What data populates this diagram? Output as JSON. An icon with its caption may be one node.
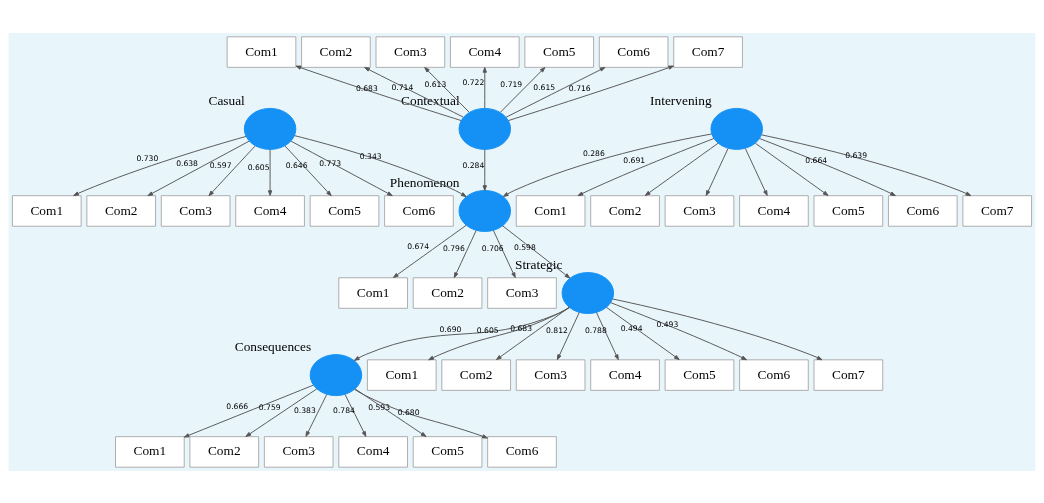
{
  "diagram": {
    "nodes": [
      {
        "text": [
          "Com1"
        ]
      },
      {
        "text": [
          "Com2"
        ]
      },
      {
        "text": [
          "Com3"
        ]
      },
      {
        "text": [
          "Com4"
        ]
      },
      {
        "text": [
          "Com5"
        ]
      },
      {
        "text": [
          "Com6"
        ]
      },
      {
        "text": [
          "Com7"
        ]
      },
      {
        "text": [],
        "shape": "circle",
        "beside": [
          "Contextual"
        ]
      },
      {
        "text": [
          "Com1"
        ]
      },
      {
        "text": [
          "Com2"
        ]
      },
      {
        "text": [
          "Com3"
        ]
      },
      {
        "text": [
          "Com4"
        ]
      },
      {
        "text": [
          "Com5"
        ]
      },
      {
        "text": [
          "Com6"
        ]
      },
      {
        "text": [],
        "shape": "circle",
        "beside": [
          "Casual"
        ]
      },
      {
        "text": [
          "Com1"
        ]
      },
      {
        "text": [
          "Com2"
        ]
      },
      {
        "text": [
          "Com3"
        ]
      },
      {
        "text": [],
        "shape": "circle",
        "beside": [
          "Phenomenon"
        ]
      },
      {
        "text": [],
        "shape": "circle",
        "beside": [
          "Strategic"
        ]
      },
      {
        "text": [],
        "shape": "circle",
        "beside": [
          "Consequences"
        ]
      },
      {
        "text": [
          "Com1"
        ]
      },
      {
        "text": [
          "Com2"
        ]
      },
      {
        "text": [
          "Com3"
        ]
      },
      {
        "text": [
          "Com4"
        ]
      },
      {
        "text": [
          "Com5"
        ]
      },
      {
        "text": [
          "Com6"
        ]
      },
      {
        "text": [
          "Com1"
        ]
      },
      {
        "text": [
          "Com2"
        ]
      },
      {
        "text": [
          "Com3"
        ]
      },
      {
        "text": [
          "Com4"
        ]
      },
      {
        "text": [
          "Com5"
        ]
      },
      {
        "text": [
          "Com6"
        ]
      },
      {
        "text": [
          "Com7"
        ]
      },
      {
        "text": [],
        "shape": "circle",
        "beside": [
          "Intervening"
        ]
      },
      {
        "text": [
          "Com1"
        ]
      },
      {
        "text": [
          "Com2"
        ]
      },
      {
        "text": [
          "Com3"
        ]
      },
      {
        "text": [
          "Com4"
        ]
      },
      {
        "text": [
          "Com5"
        ]
      },
      {
        "text": [
          "Com6"
        ]
      },
      {
        "text": [
          "Com7"
        ]
      }
    ],
    "edges": [
      {
        "from": 7,
        "to": 0,
        "arrow": "to",
        "label": "0.683"
      },
      {
        "from": 7,
        "to": 1,
        "arrow": "to",
        "label": "0.714"
      },
      {
        "from": 7,
        "to": 2,
        "arrow": "to",
        "label": "0.613"
      },
      {
        "from": 7,
        "to": 3,
        "arrow": "to",
        "label": "0.722"
      },
      {
        "from": 7,
        "to": 4,
        "arrow": "to",
        "label": "0.719"
      },
      {
        "from": 7,
        "to": 5,
        "arrow": "to",
        "label": "0.615"
      },
      {
        "from": 7,
        "to": 6,
        "arrow": "to",
        "label": "0.716"
      },
      {
        "from": 14,
        "to": 8,
        "arrow": "to",
        "label": "0.730"
      },
      {
        "from": 14,
        "to": 9,
        "arrow": "to",
        "label": "0.638"
      },
      {
        "from": 14,
        "to": 10,
        "arrow": "to",
        "label": "0.597"
      },
      {
        "from": 14,
        "to": 11,
        "arrow": "to",
        "label": "0.605"
      },
      {
        "from": 14,
        "to": 12,
        "arrow": "to",
        "label": "0.646"
      },
      {
        "from": 14,
        "to": 13,
        "arrow": "to",
        "label": "0.773"
      },
      {
        "from": 18,
        "to": 15,
        "arrow": "to",
        "label": "0.674"
      },
      {
        "from": 18,
        "to": 16,
        "arrow": "to",
        "label": "0.796"
      },
      {
        "from": 18,
        "to": 17,
        "arrow": "to",
        "label": "0.706"
      },
      {
        "from": 7,
        "to": 18,
        "arrow": "to",
        "label": "0.284"
      },
      {
        "from": 14,
        "to": 18,
        "arrow": "to",
        "label": "0.343"
      },
      {
        "from": 18,
        "to": 19,
        "arrow": "to",
        "label": "0.598"
      },
      {
        "from": 19,
        "to": 20,
        "arrow": "to",
        "label": "0.690"
      },
      {
        "from": 20,
        "to": 21,
        "arrow": "to",
        "label": "0.666"
      },
      {
        "from": 20,
        "to": 22,
        "arrow": "to",
        "label": "0.759"
      },
      {
        "from": 20,
        "to": 23,
        "arrow": "to",
        "label": "0.383"
      },
      {
        "from": 20,
        "to": 24,
        "arrow": "to",
        "label": "0.784"
      },
      {
        "from": 20,
        "to": 25,
        "arrow": "to",
        "label": "0.593"
      },
      {
        "from": 20,
        "to": 26,
        "arrow": "to",
        "label": "0.680"
      },
      {
        "from": 19,
        "to": 27,
        "arrow": "to",
        "label": "0.605"
      },
      {
        "from": 19,
        "to": 28,
        "arrow": "to",
        "label": "0.683"
      },
      {
        "from": 19,
        "to": 29,
        "arrow": "to",
        "label": "0.812"
      },
      {
        "from": 19,
        "to": 30,
        "arrow": "to",
        "label": "0.788"
      },
      {
        "from": 19,
        "to": 31,
        "arrow": "to",
        "label": "0.494"
      },
      {
        "from": 19,
        "to": 32,
        "arrow": "to",
        "label": "0.493"
      },
      {
        "from": 19,
        "to": 33,
        "arrow": "to"
      },
      {
        "from": 34,
        "to": 18,
        "arrow": "to",
        "label": "0.286"
      },
      {
        "from": 34,
        "to": 35,
        "arrow": "to",
        "label": "0.691"
      },
      {
        "from": 34,
        "to": 36,
        "arrow": "to"
      },
      {
        "from": 34,
        "to": 37,
        "arrow": "to"
      },
      {
        "from": 34,
        "to": 38,
        "arrow": "to"
      },
      {
        "from": 34,
        "to": 39,
        "arrow": "to"
      },
      {
        "from": 34,
        "to": 40,
        "arrow": "to",
        "label": "0.664"
      },
      {
        "from": 34,
        "to": 41,
        "arrow": "to",
        "label": "0.639"
      }
    ]
  }
}
